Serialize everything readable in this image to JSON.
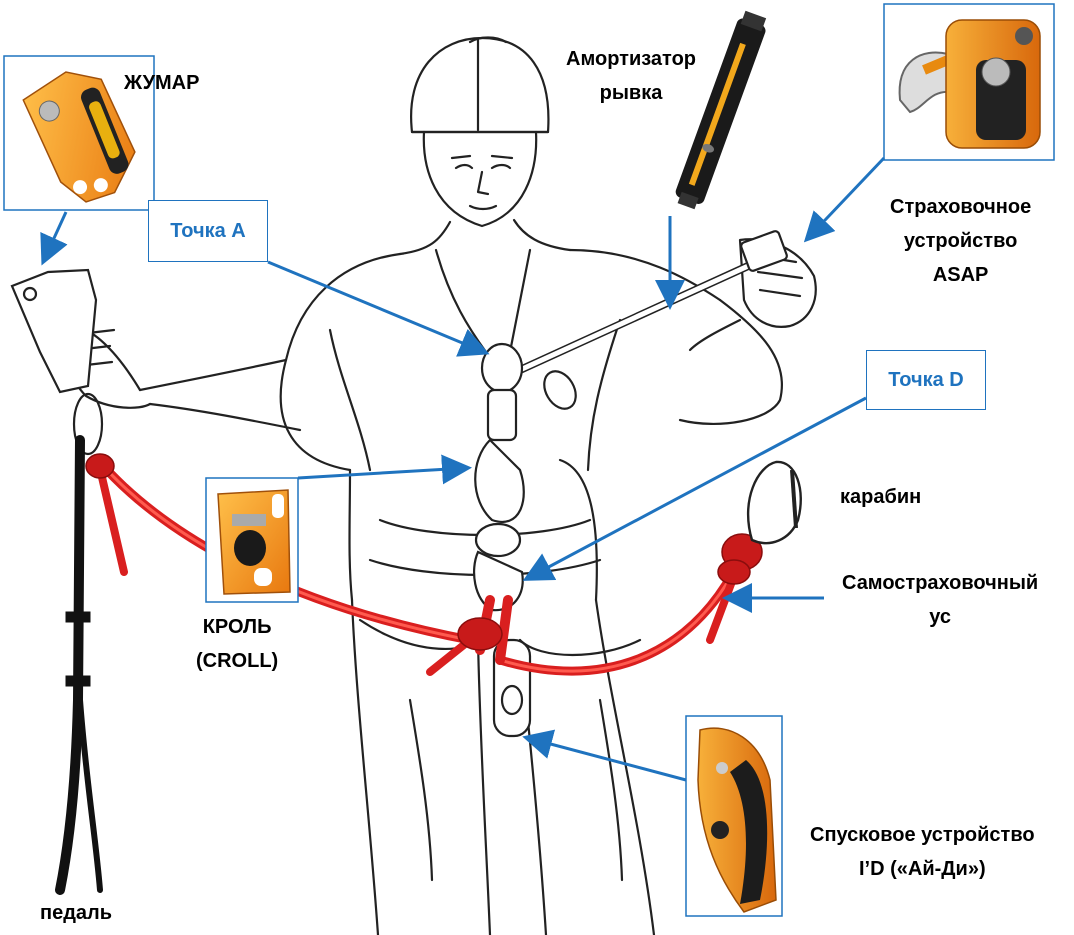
{
  "labels": {
    "jumar": "ЖУМАР",
    "shock_absorber_line1": "Амортизатор",
    "shock_absorber_line2": "рывка",
    "asap_line1": "Страховочное",
    "asap_line2": "устройство",
    "asap_line3": "ASAP",
    "point_a": "Точка А",
    "point_d": "Точка D",
    "carabiner": "карабин",
    "lanyard_line1": "Самостраховочный",
    "lanyard_line2": "ус",
    "croll_line1": "КРОЛЬ",
    "croll_line2": "(CROLL)",
    "descender_line1": "Спусковое устройство",
    "descender_line2": "I’D («Ай-Ди»)",
    "pedal": "педаль"
  },
  "colors": {
    "accent": "#1f73bf",
    "rope": "#d91f1f",
    "device_orange": "#f39a1e",
    "outline": "#222222"
  },
  "icons": [
    "jumar-photo",
    "shock-absorber-photo",
    "asap-photo",
    "croll-photo",
    "id-descender-photo",
    "climber-figure"
  ]
}
